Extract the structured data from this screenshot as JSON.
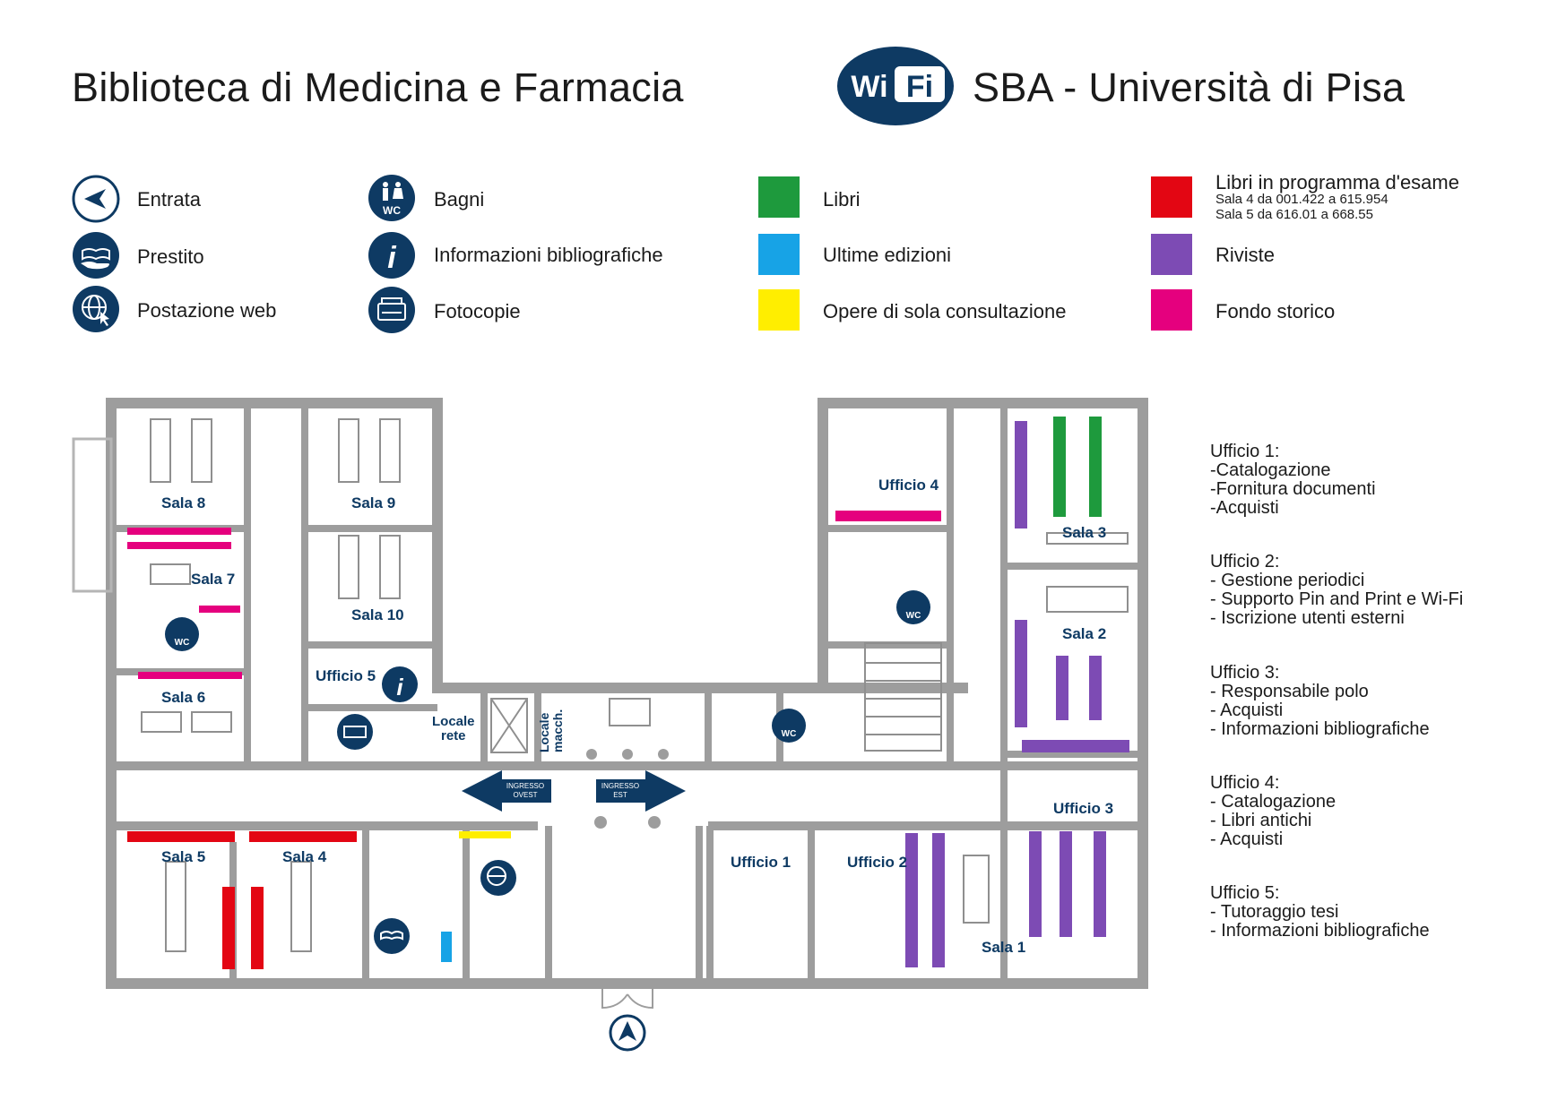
{
  "header": {
    "title_left": "Biblioteca di Medicina e Farmacia",
    "wifi_logo_text": "WiFi",
    "title_right": "SBA - Università di Pisa"
  },
  "legend_icons": [
    {
      "icon": "entrance-arrow-icon",
      "label": "Entrata"
    },
    {
      "icon": "loan-book-hand-icon",
      "label": "Prestito"
    },
    {
      "icon": "web-globe-icon",
      "label": "Postazione web"
    },
    {
      "icon": "restroom-wc-icon",
      "label": "Bagni"
    },
    {
      "icon": "info-icon",
      "label": "Informazioni bibliografiche"
    },
    {
      "icon": "photocopier-icon",
      "label": "Fotocopie"
    }
  ],
  "legend_colors": [
    {
      "color": "#1e9a3d",
      "label": "Libri"
    },
    {
      "color": "#17a3e6",
      "label": "Ultime edizioni"
    },
    {
      "color": "#ffee00",
      "label": "Opere di sola consultazione"
    },
    {
      "color": "#e30613",
      "label": "Libri in programma d'esame",
      "sub": [
        "Sala 4 da 001.422 a 615.954",
        "Sala 5 da 616.01 a 668.55"
      ]
    },
    {
      "color": "#7d4bb4",
      "label": "Riviste"
    },
    {
      "color": "#e5007e",
      "label": "Fondo storico"
    }
  ],
  "map": {
    "rooms": {
      "sala8": "Sala 8",
      "sala9": "Sala 9",
      "sala7": "Sala 7",
      "sala10": "Sala 10",
      "sala6": "Sala 6",
      "sala5": "Sala 5",
      "sala4": "Sala 4",
      "sala3": "Sala 3",
      "sala2": "Sala 2",
      "sala1": "Sala 1",
      "ufficio1": "Ufficio 1",
      "ufficio2": "Ufficio 2",
      "ufficio3": "Ufficio 3",
      "ufficio4": "Ufficio 4",
      "ufficio5": "Ufficio 5",
      "locale_rete_1": "Locale",
      "locale_rete_2": "rete",
      "locale_macch_1": "Locale",
      "locale_macch_2": "macch."
    },
    "ingresso_ovest": [
      "INGRESSO",
      "OVEST"
    ],
    "ingresso_est": [
      "INGRESSO",
      "EST"
    ],
    "wc_label": "WC",
    "colors": {
      "wall": "#9d9d9d",
      "floor": "#ffffff",
      "navy": "#0e3a63",
      "red": "#e30613",
      "purple": "#7d4bb4",
      "green": "#1e9a3d",
      "magenta": "#e5007e",
      "yellow": "#ffee00",
      "blue": "#17a3e6"
    }
  },
  "offices": [
    {
      "head": "Ufficio 1:",
      "lines": [
        "-Catalogazione",
        "-Fornitura documenti",
        "-Acquisti"
      ]
    },
    {
      "head": "Ufficio 2:",
      "lines": [
        "- Gestione periodici",
        "- Supporto Pin and Print e Wi-Fi",
        "- Iscrizione utenti esterni"
      ]
    },
    {
      "head": "Ufficio 3:",
      "lines": [
        "- Responsabile polo",
        "- Acquisti",
        "- Informazioni bibliografiche"
      ]
    },
    {
      "head": "Ufficio 4:",
      "lines": [
        "- Catalogazione",
        "- Libri antichi",
        "- Acquisti"
      ]
    },
    {
      "head": "Ufficio 5:",
      "lines": [
        "- Tutoraggio tesi",
        "- Informazioni bibliografiche"
      ]
    }
  ]
}
